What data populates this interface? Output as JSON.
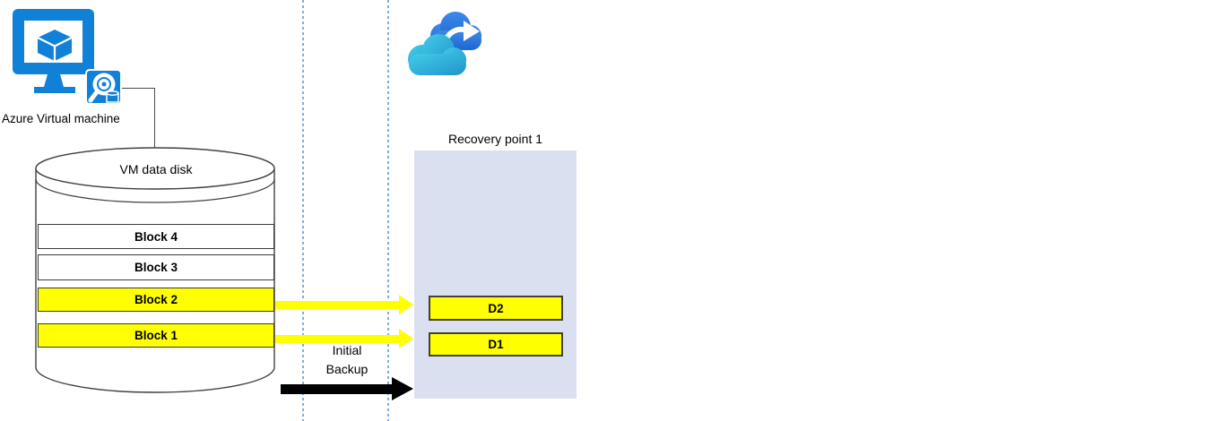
{
  "vm": {
    "label": "Azure Virtual machine"
  },
  "data_disk": {
    "title": "VM data disk",
    "blocks": [
      "Block 4",
      "Block 3",
      "Block 2",
      "Block 1"
    ]
  },
  "backup_operation": {
    "line1": "Initial",
    "line2": "Backup"
  },
  "recovery_point": {
    "title": "Recovery point 1",
    "blocks": [
      "D2",
      "D1"
    ]
  },
  "colors": {
    "azure_blue": "#1181D8",
    "highlight_yellow": "#FFFF00",
    "recovery_panel_fill": "#DBE0F0",
    "guide_line_blue": "#7FACDF",
    "cloud_front_cyan": "#2FB3DA",
    "cloud_back_blue": "#2B7DE1",
    "arrow_black": "#000000"
  }
}
